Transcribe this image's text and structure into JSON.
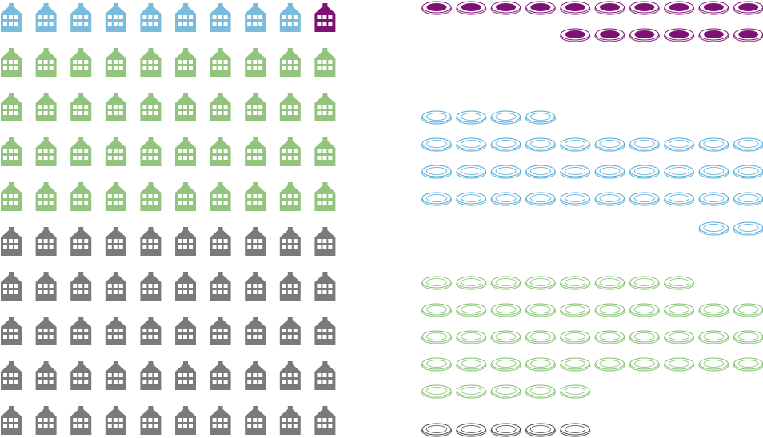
{
  "chart_data": {
    "type": "pictogram",
    "title": "",
    "houses": {
      "columns": 10,
      "groups": [
        {
          "name": "blue",
          "count": 9,
          "color": "#7bbcdc"
        },
        {
          "name": "purple",
          "count": 1,
          "color": "#7f1175"
        },
        {
          "name": "green",
          "count": 40,
          "color": "#93c47d"
        },
        {
          "name": "gray",
          "count": 50,
          "color": "#7a7a7a"
        }
      ]
    },
    "plates": {
      "columns": 10,
      "rows": [
        {
          "group": "purple",
          "count": 10,
          "align": "left",
          "color": "#7f1175",
          "filled": true
        },
        {
          "group": "purple",
          "count": 6,
          "align": "right",
          "color": "#7f1175",
          "filled": true
        },
        {
          "group": "blue",
          "count": 4,
          "align": "left",
          "color": "#4ea8d8",
          "filled": false
        },
        {
          "group": "blue",
          "count": 10,
          "align": "left",
          "color": "#4ea8d8",
          "filled": false
        },
        {
          "group": "blue",
          "count": 10,
          "align": "left",
          "color": "#4ea8d8",
          "filled": false
        },
        {
          "group": "blue",
          "count": 10,
          "align": "left",
          "color": "#4ea8d8",
          "filled": false
        },
        {
          "group": "blue",
          "count": 2,
          "align": "right",
          "color": "#4ea8d8",
          "filled": false
        },
        {
          "group": "green",
          "count": 8,
          "align": "left",
          "color": "#7cc06a",
          "filled": false
        },
        {
          "group": "green",
          "count": 10,
          "align": "left",
          "color": "#7cc06a",
          "filled": false
        },
        {
          "group": "green",
          "count": 10,
          "align": "left",
          "color": "#7cc06a",
          "filled": false
        },
        {
          "group": "green",
          "count": 10,
          "align": "left",
          "color": "#7cc06a",
          "filled": false
        },
        {
          "group": "green",
          "count": 5,
          "align": "left",
          "color": "#7cc06a",
          "filled": false
        },
        {
          "group": "black",
          "count": 5,
          "align": "left",
          "color": "#444444",
          "filled": false
        }
      ]
    }
  }
}
